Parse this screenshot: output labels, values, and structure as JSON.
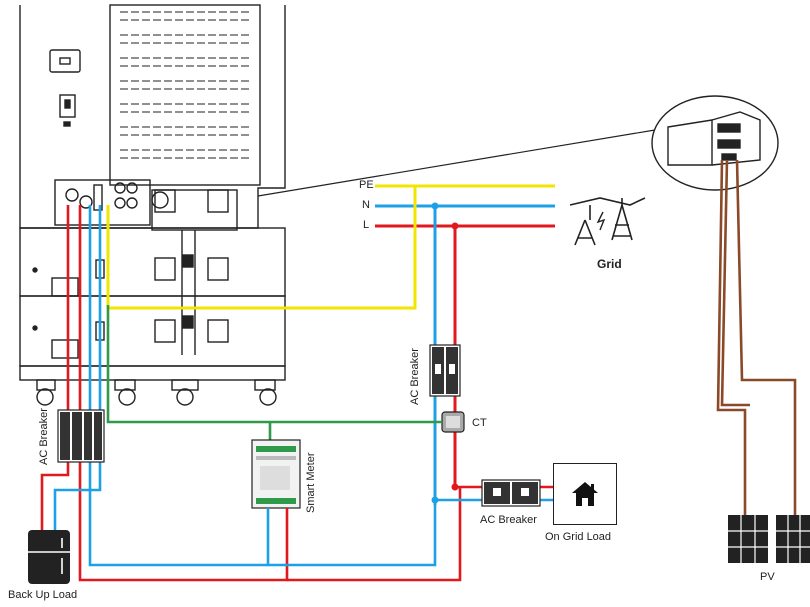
{
  "labels": {
    "pe": "PE",
    "n": "N",
    "l": "L",
    "grid": "Grid",
    "ct": "CT",
    "ac_breaker_left": "AC Breaker",
    "ac_breaker_mid": "AC Breaker",
    "ac_breaker_bottom": "AC Breaker",
    "smart_meter": "Smart Meter",
    "on_grid_load": "On Grid Load",
    "back_up_load": "Back Up Load",
    "pv": "PV"
  },
  "icons": {
    "home": "home-icon",
    "pylon": "transmission-tower-icon",
    "fridge": "refrigerator-icon",
    "panel": "solar-panel-icon",
    "breaker": "circuit-breaker-icon",
    "meter": "smart-meter-icon",
    "ct": "current-transformer-icon",
    "inverter": "inverter-cabinet-icon"
  },
  "colors": {
    "pe": "#f2e600",
    "n": "#1ea0e6",
    "l": "#e0191e",
    "ground": "#2e9a4a",
    "pv": "#8a4a2a",
    "outline": "#222222"
  }
}
